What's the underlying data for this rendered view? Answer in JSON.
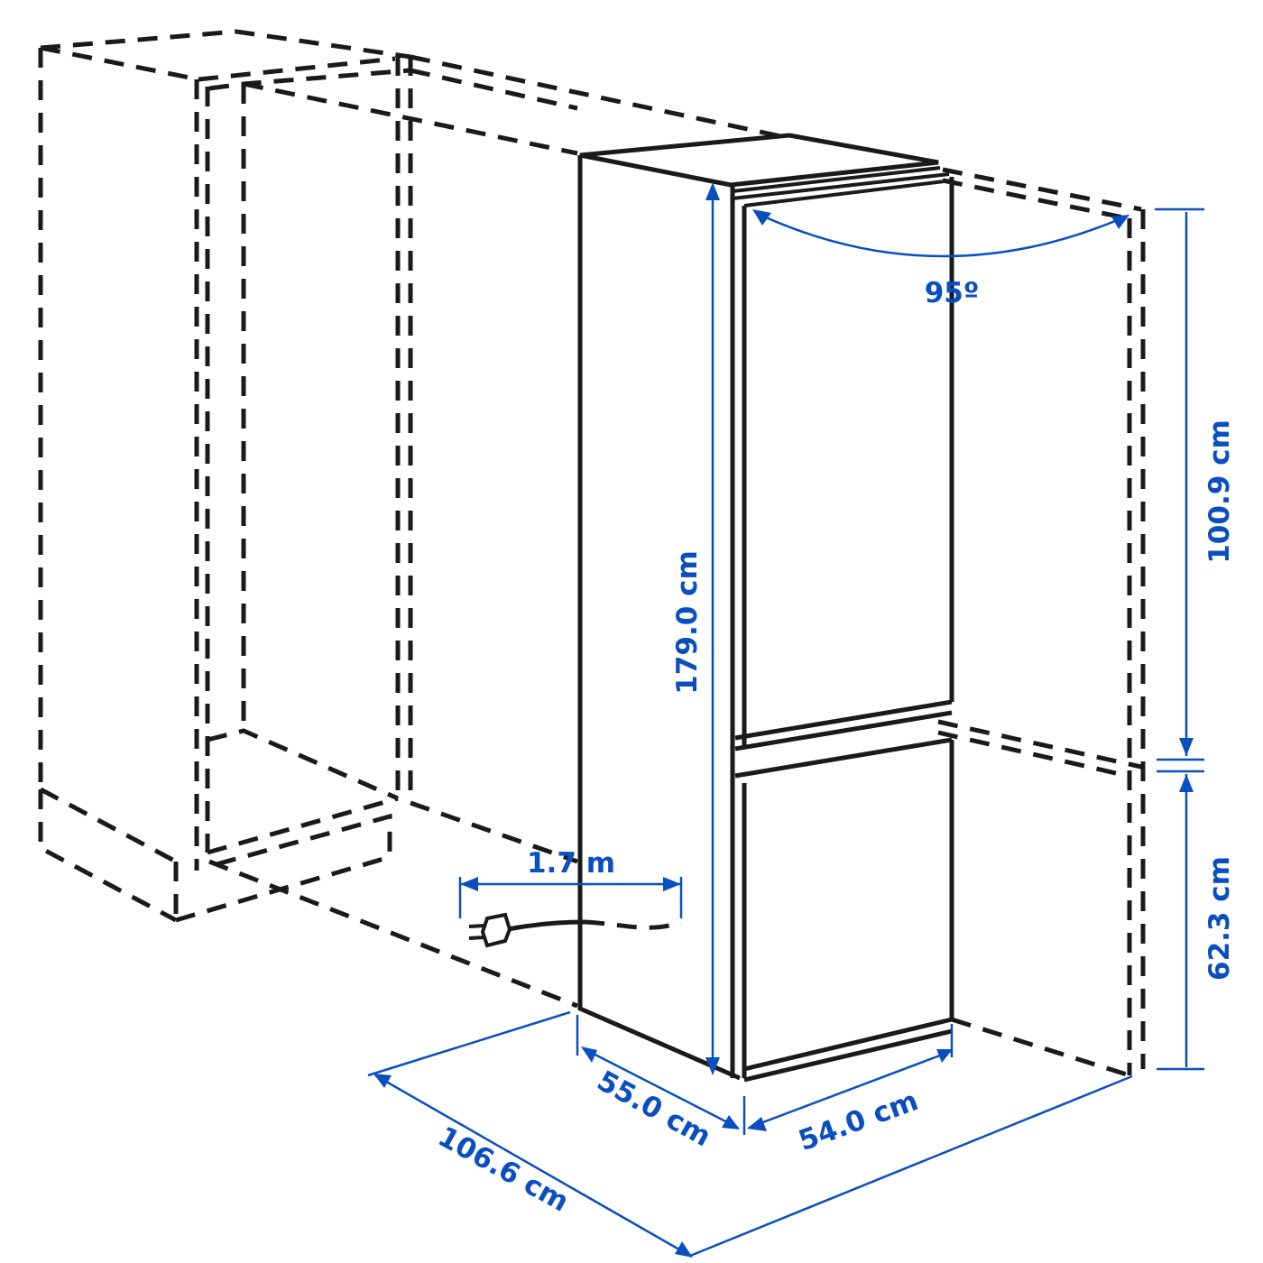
{
  "diagram": {
    "type": "product dimension drawing",
    "subject": "built-in fridge/freezer in tall cabinet",
    "dimension_color": "#0a4fbf",
    "line_color": "#1a1a1a"
  },
  "labels": {
    "door_angle": "95º",
    "total_height": "179.0 cm",
    "upper_door_height": "100.9 cm",
    "lower_door_height": "62.3 cm",
    "cord_length": "1.7 m",
    "depth": "55.0 cm",
    "width": "54.0 cm",
    "door_open_depth": "106.6 cm"
  }
}
